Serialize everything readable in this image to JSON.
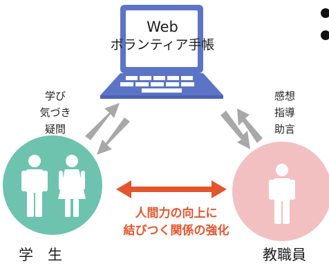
{
  "laptop": {
    "title_line1": "Web",
    "title_line2": "ボランティア手帳"
  },
  "left_flow": {
    "words": [
      "学び",
      "気づき",
      "疑問"
    ]
  },
  "right_flow": {
    "words": [
      "感想",
      "指導",
      "助言"
    ]
  },
  "center_caption": {
    "line1": "人間力の向上に",
    "line2": "結びつく関係の強化"
  },
  "students": {
    "label": "学　生"
  },
  "staff": {
    "label": "教職員"
  },
  "colors": {
    "laptop_blue": "#5b74c5",
    "student_green": "#6dc3ad",
    "staff_pink": "#f3c0c2",
    "arrow_gray": "#a8a8a8",
    "accent_orange": "#e2562f"
  }
}
